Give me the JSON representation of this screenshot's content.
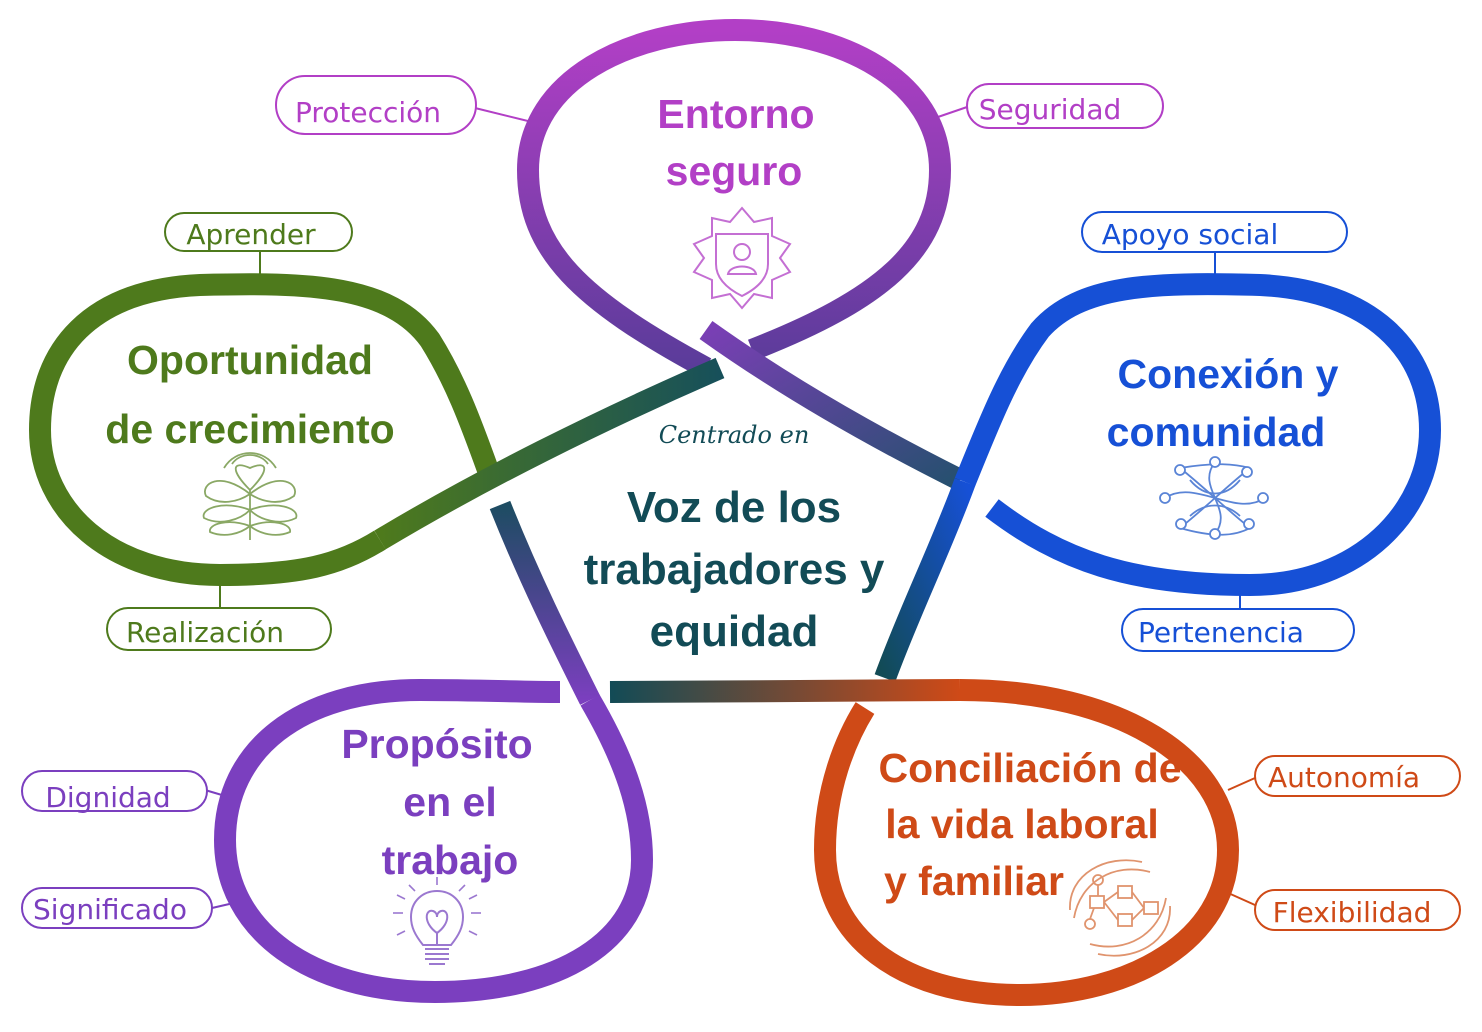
{
  "center": {
    "subtitle": "Centrado en",
    "title_lines": [
      "Voz de los",
      "trabajadores y",
      "equidad"
    ]
  },
  "petals": {
    "safe": {
      "title_lines": [
        "Entorno",
        "seguro"
      ],
      "color": "#b23fc6",
      "icon": "shield-person-icon",
      "tags": [
        "Protección",
        "Seguridad"
      ]
    },
    "connection": {
      "title_lines": [
        "Conexión y",
        "comunidad"
      ],
      "color": "#1650d6",
      "icon": "network-icon",
      "tags": [
        "Apoyo social",
        "Pertenencia"
      ]
    },
    "balance": {
      "title_lines": [
        "Conciliación de",
        "la vida laboral",
        "y familiar"
      ],
      "color": "#cf4a17",
      "icon": "workflow-icon",
      "tags": [
        "Autonomía",
        "Flexibilidad"
      ]
    },
    "purpose": {
      "title_lines": [
        "Propósito",
        "en el",
        "trabajo"
      ],
      "color": "#7b3fbf",
      "icon": "lightbulb-heart-icon",
      "tags": [
        "Dignidad",
        "Significado"
      ]
    },
    "growth": {
      "title_lines": [
        "Oportunidad",
        "de crecimiento"
      ],
      "color": "#4e7a1c",
      "icon": "flower-growth-icon",
      "tags": [
        "Aprender",
        "Realización"
      ]
    }
  }
}
